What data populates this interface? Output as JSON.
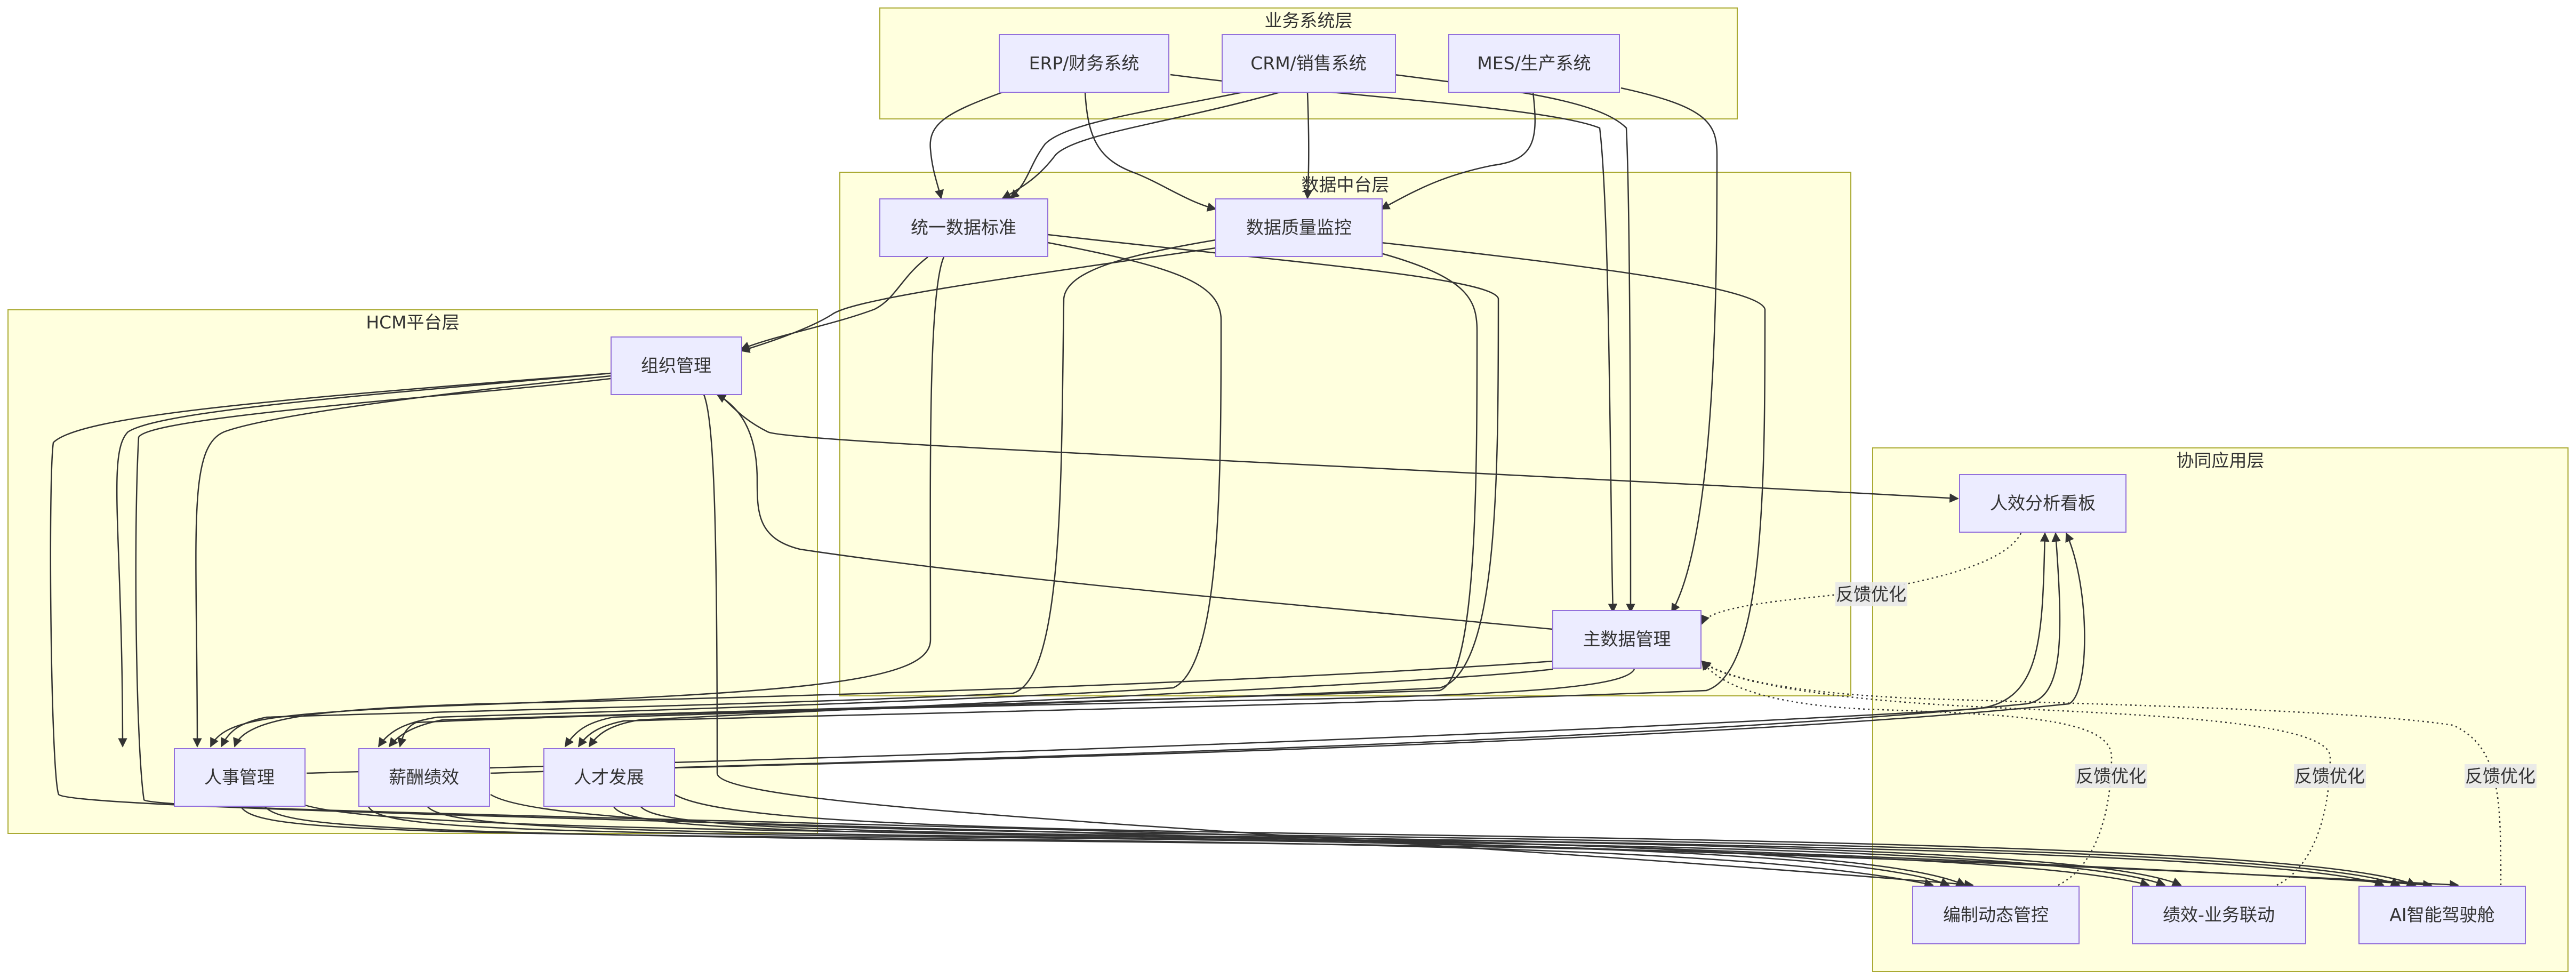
{
  "layers": {
    "business": {
      "title": "业务系统层"
    },
    "datahub": {
      "title": "数据中台层"
    },
    "hcm": {
      "title": "HCM平台层"
    },
    "apps": {
      "title": "协同应用层"
    }
  },
  "nodes": {
    "erp": "ERP/财务系统",
    "crm": "CRM/销售系统",
    "mes": "MES/生产系统",
    "std": "统一数据标准",
    "dq": "数据质量监控",
    "mdm": "主数据管理",
    "org": "组织管理",
    "hr": "人事管理",
    "pay": "薪酬绩效",
    "talent": "人才发展",
    "dash": "人效分析看板",
    "hc": "编制动态管控",
    "perf": "绩效-业务联动",
    "ai": "AI智能驾驶舱"
  },
  "edge_labels": {
    "fb_dash": "反馈优化",
    "fb_hc": "反馈优化",
    "fb_perf": "反馈优化",
    "fb_ai": "反馈优化"
  },
  "colors": {
    "cluster_fill": "#ffffde",
    "cluster_stroke": "#aaaa33",
    "node_fill": "#ececff",
    "node_stroke": "#9370db",
    "edge": "#333333",
    "label_bg": "#e8e8e8"
  }
}
